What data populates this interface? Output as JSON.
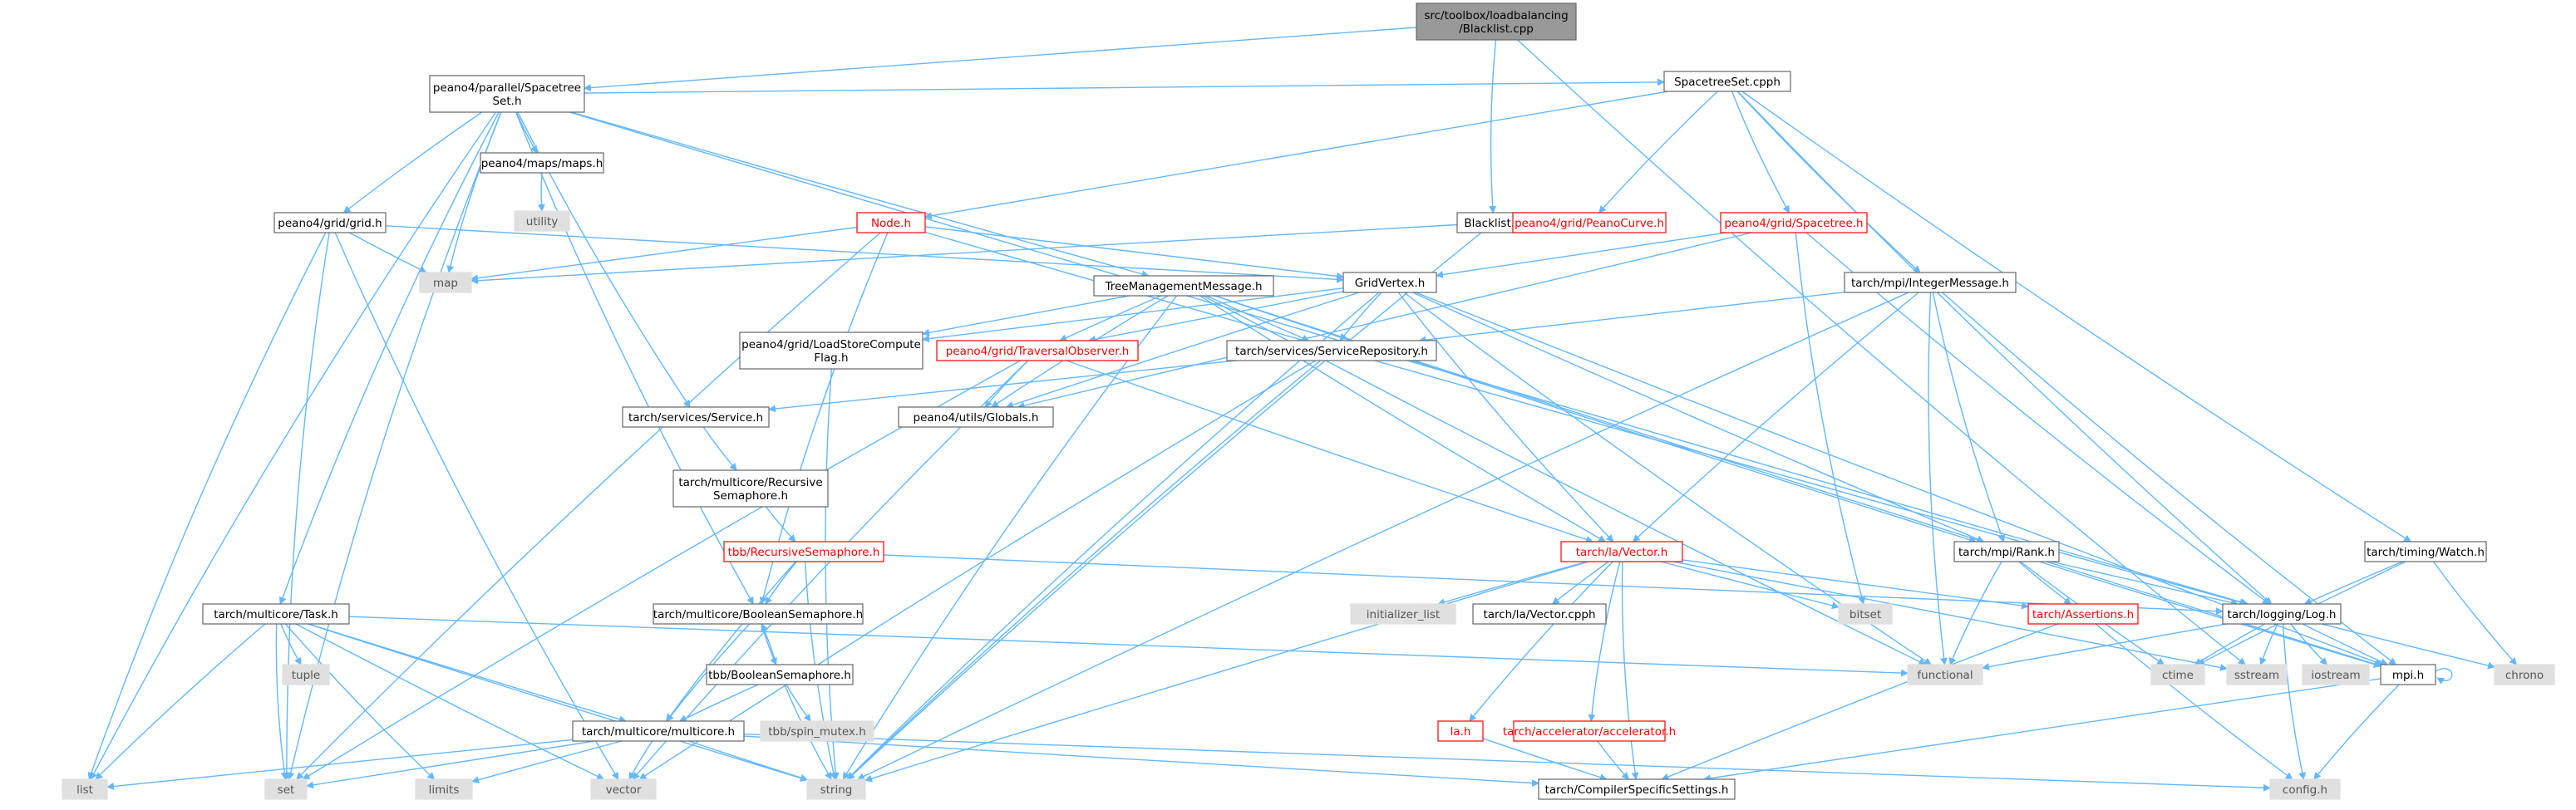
{
  "graph": {
    "title": "",
    "colors": {
      "edge": "#63b8ff",
      "border_default": "#666666",
      "border_red": "#ff0000",
      "text_default": "#000000",
      "text_red": "#ff0000",
      "fill_root": "#999999",
      "fill_system": "#e0e0e0",
      "fill_default": "#ffffff"
    },
    "nodes": [
      {
        "id": "root",
        "lines": [
          "src/toolbox/loadbalancing",
          "/Blacklist.cpp"
        ],
        "style": "root"
      },
      {
        "id": "spacetreeSetH",
        "lines": [
          "peano4/parallel/Spacetree",
          "Set.h"
        ],
        "style": "default"
      },
      {
        "id": "spacetreeSetCpph",
        "lines": [
          "SpacetreeSet.cpph"
        ],
        "style": "default"
      },
      {
        "id": "blacklistH",
        "lines": [
          "Blacklist.h"
        ],
        "style": "default"
      },
      {
        "id": "mapsH",
        "lines": [
          "peano4/maps/maps.h"
        ],
        "style": "default"
      },
      {
        "id": "utility",
        "lines": [
          "utility"
        ],
        "style": "system"
      },
      {
        "id": "gridH",
        "lines": [
          "peano4/grid/grid.h"
        ],
        "style": "default"
      },
      {
        "id": "nodeH",
        "lines": [
          "Node.h"
        ],
        "style": "red"
      },
      {
        "id": "peanoCurve",
        "lines": [
          "peano4/grid/PeanoCurve.h"
        ],
        "style": "red"
      },
      {
        "id": "spacetreeH",
        "lines": [
          "peano4/grid/Spacetree.h"
        ],
        "style": "red"
      },
      {
        "id": "map",
        "lines": [
          "map"
        ],
        "style": "system"
      },
      {
        "id": "gridVertex",
        "lines": [
          "GridVertex.h"
        ],
        "style": "default"
      },
      {
        "id": "treeMgmt",
        "lines": [
          "TreeManagementMessage.h"
        ],
        "style": "default"
      },
      {
        "id": "integerMsg",
        "lines": [
          "tarch/mpi/IntegerMessage.h"
        ],
        "style": "default"
      },
      {
        "id": "loadStore",
        "lines": [
          "peano4/grid/LoadStoreCompute",
          "Flag.h"
        ],
        "style": "default"
      },
      {
        "id": "traversalObs",
        "lines": [
          "peano4/grid/TraversalObserver.h"
        ],
        "style": "red"
      },
      {
        "id": "serviceRepo",
        "lines": [
          "tarch/services/ServiceRepository.h"
        ],
        "style": "default"
      },
      {
        "id": "serviceH",
        "lines": [
          "tarch/services/Service.h"
        ],
        "style": "default"
      },
      {
        "id": "globalsH",
        "lines": [
          "peano4/utils/Globals.h"
        ],
        "style": "default"
      },
      {
        "id": "recSemH",
        "lines": [
          "tarch/multicore/Recursive",
          "Semaphore.h"
        ],
        "style": "default"
      },
      {
        "id": "tbbRecSem",
        "lines": [
          "tbb/RecursiveSemaphore.h"
        ],
        "style": "red"
      },
      {
        "id": "vectorH",
        "lines": [
          "tarch/la/Vector.h"
        ],
        "style": "red"
      },
      {
        "id": "rankH",
        "lines": [
          "tarch/mpi/Rank.h"
        ],
        "style": "default"
      },
      {
        "id": "watchH",
        "lines": [
          "tarch/timing/Watch.h"
        ],
        "style": "default"
      },
      {
        "id": "taskH",
        "lines": [
          "tarch/multicore/Task.h"
        ],
        "style": "default"
      },
      {
        "id": "tuple",
        "lines": [
          "tuple"
        ],
        "style": "system"
      },
      {
        "id": "boolSemH",
        "lines": [
          "tarch/multicore/BooleanSemaphore.h"
        ],
        "style": "default"
      },
      {
        "id": "initList",
        "lines": [
          "initializer_list"
        ],
        "style": "system"
      },
      {
        "id": "vectorCpph",
        "lines": [
          "tarch/la/Vector.cpph"
        ],
        "style": "default"
      },
      {
        "id": "bitset",
        "lines": [
          "bitset"
        ],
        "style": "system"
      },
      {
        "id": "assertionsH",
        "lines": [
          "tarch/Assertions.h"
        ],
        "style": "red"
      },
      {
        "id": "logH",
        "lines": [
          "tarch/logging/Log.h"
        ],
        "style": "default"
      },
      {
        "id": "tbbBoolSem",
        "lines": [
          "tbb/BooleanSemaphore.h"
        ],
        "style": "default"
      },
      {
        "id": "functional",
        "lines": [
          "functional"
        ],
        "style": "system"
      },
      {
        "id": "ctime",
        "lines": [
          "ctime"
        ],
        "style": "system"
      },
      {
        "id": "sstream",
        "lines": [
          "sstream"
        ],
        "style": "system"
      },
      {
        "id": "iostream",
        "lines": [
          "iostream"
        ],
        "style": "system"
      },
      {
        "id": "mpiH",
        "lines": [
          "mpi.h"
        ],
        "style": "default"
      },
      {
        "id": "chrono",
        "lines": [
          "chrono"
        ],
        "style": "system"
      },
      {
        "id": "tbbSpin",
        "lines": [
          "tbb/spin_mutex.h"
        ],
        "style": "system"
      },
      {
        "id": "multicoreH",
        "lines": [
          "tarch/multicore/multicore.h"
        ],
        "style": "default"
      },
      {
        "id": "laH",
        "lines": [
          "la.h"
        ],
        "style": "red"
      },
      {
        "id": "accelH",
        "lines": [
          "tarch/accelerator/accelerator.h"
        ],
        "style": "red"
      },
      {
        "id": "list",
        "lines": [
          "list"
        ],
        "style": "system"
      },
      {
        "id": "set",
        "lines": [
          "set"
        ],
        "style": "system"
      },
      {
        "id": "limits",
        "lines": [
          "limits"
        ],
        "style": "system"
      },
      {
        "id": "vector",
        "lines": [
          "vector"
        ],
        "style": "system"
      },
      {
        "id": "string",
        "lines": [
          "string"
        ],
        "style": "system"
      },
      {
        "id": "compilerH",
        "lines": [
          "tarch/CompilerSpecificSettings.h"
        ],
        "style": "default"
      },
      {
        "id": "configH",
        "lines": [
          "config.h"
        ],
        "style": "system"
      }
    ],
    "edges": [
      [
        "root",
        "spacetreeSetH"
      ],
      [
        "root",
        "blacklistH"
      ],
      [
        "root",
        "sstream"
      ],
      [
        "spacetreeSetH",
        "list"
      ],
      [
        "spacetreeSetH",
        "set"
      ],
      [
        "spacetreeSetH",
        "map"
      ],
      [
        "spacetreeSetH",
        "mapsH"
      ],
      [
        "spacetreeSetH",
        "gridH"
      ],
      [
        "spacetreeSetH",
        "taskH"
      ],
      [
        "spacetreeSetH",
        "boolSemH"
      ],
      [
        "spacetreeSetH",
        "serviceH"
      ],
      [
        "spacetreeSetH",
        "treeMgmt"
      ],
      [
        "spacetreeSetH",
        "spacetreeSetCpph"
      ],
      [
        "spacetreeSetH",
        "logH"
      ],
      [
        "mapsH",
        "utility"
      ],
      [
        "gridH",
        "map"
      ],
      [
        "gridH",
        "list"
      ],
      [
        "gridH",
        "set"
      ],
      [
        "gridH",
        "vector"
      ],
      [
        "gridH",
        "gridVertex"
      ],
      [
        "spacetreeSetCpph",
        "nodeH"
      ],
      [
        "spacetreeSetCpph",
        "peanoCurve"
      ],
      [
        "spacetreeSetCpph",
        "spacetreeH"
      ],
      [
        "spacetreeSetCpph",
        "integerMsg"
      ],
      [
        "spacetreeSetCpph",
        "watchH"
      ],
      [
        "spacetreeSetCpph",
        "logH"
      ],
      [
        "nodeH",
        "map"
      ],
      [
        "nodeH",
        "set"
      ],
      [
        "nodeH",
        "gridVertex"
      ],
      [
        "nodeH",
        "boolSemH"
      ],
      [
        "nodeH",
        "logH"
      ],
      [
        "blacklistH",
        "map"
      ],
      [
        "blacklistH",
        "string"
      ],
      [
        "spacetreeH",
        "gridVertex"
      ],
      [
        "spacetreeH",
        "bitset"
      ],
      [
        "spacetreeH",
        "logH"
      ],
      [
        "spacetreeH",
        "globalsH"
      ],
      [
        "gridVertex",
        "loadStore"
      ],
      [
        "gridVertex",
        "traversalObs"
      ],
      [
        "gridVertex",
        "serviceRepo"
      ],
      [
        "gridVertex",
        "vectorH"
      ],
      [
        "gridVertex",
        "rankH"
      ],
      [
        "gridVertex",
        "mpiH"
      ],
      [
        "gridVertex",
        "string"
      ],
      [
        "gridVertex",
        "functional"
      ],
      [
        "gridVertex",
        "globalsH"
      ],
      [
        "treeMgmt",
        "loadStore"
      ],
      [
        "treeMgmt",
        "traversalObs"
      ],
      [
        "treeMgmt",
        "serviceRepo"
      ],
      [
        "treeMgmt",
        "vectorH"
      ],
      [
        "treeMgmt",
        "rankH"
      ],
      [
        "treeMgmt",
        "mpiH"
      ],
      [
        "treeMgmt",
        "string"
      ],
      [
        "treeMgmt",
        "functional"
      ],
      [
        "treeMgmt",
        "globalsH"
      ],
      [
        "integerMsg",
        "serviceRepo"
      ],
      [
        "integerMsg",
        "vectorH"
      ],
      [
        "integerMsg",
        "rankH"
      ],
      [
        "integerMsg",
        "mpiH"
      ],
      [
        "integerMsg",
        "string"
      ],
      [
        "integerMsg",
        "functional"
      ],
      [
        "loadStore",
        "string"
      ],
      [
        "traversalObs",
        "globalsH"
      ],
      [
        "traversalObs",
        "vectorH"
      ],
      [
        "traversalObs",
        "set"
      ],
      [
        "traversalObs",
        "vector"
      ],
      [
        "serviceRepo",
        "serviceH"
      ],
      [
        "serviceRepo",
        "string"
      ],
      [
        "serviceRepo",
        "vector"
      ],
      [
        "serviceH",
        "recSemH"
      ],
      [
        "recSemH",
        "tbbRecSem"
      ],
      [
        "tbbRecSem",
        "boolSemH"
      ],
      [
        "tbbRecSem",
        "multicoreH"
      ],
      [
        "tbbRecSem",
        "string"
      ],
      [
        "tbbRecSem",
        "logH"
      ],
      [
        "vectorH",
        "initList"
      ],
      [
        "vectorH",
        "vectorCpph"
      ],
      [
        "vectorH",
        "bitset"
      ],
      [
        "vectorH",
        "assertionsH"
      ],
      [
        "vectorH",
        "sstream"
      ],
      [
        "vectorH",
        "laH"
      ],
      [
        "vectorH",
        "accelH"
      ],
      [
        "vectorH",
        "compilerH"
      ],
      [
        "vectorH",
        "string"
      ],
      [
        "rankH",
        "assertionsH"
      ],
      [
        "rankH",
        "logH"
      ],
      [
        "rankH",
        "functional"
      ],
      [
        "rankH",
        "ctime"
      ],
      [
        "rankH",
        "mpiH"
      ],
      [
        "watchH",
        "logH"
      ],
      [
        "watchH",
        "ctime"
      ],
      [
        "watchH",
        "chrono"
      ],
      [
        "taskH",
        "tuple"
      ],
      [
        "taskH",
        "list"
      ],
      [
        "taskH",
        "set"
      ],
      [
        "taskH",
        "limits"
      ],
      [
        "taskH",
        "vector"
      ],
      [
        "taskH",
        "string"
      ],
      [
        "taskH",
        "functional"
      ],
      [
        "taskH",
        "multicoreH"
      ],
      [
        "boolSemH",
        "tbbBoolSem"
      ],
      [
        "boolSemH",
        "multicoreH"
      ],
      [
        "tbbBoolSem",
        "boolSemH"
      ],
      [
        "tbbBoolSem",
        "tbbSpin"
      ],
      [
        "tbbBoolSem",
        "multicoreH"
      ],
      [
        "tbbBoolSem",
        "string"
      ],
      [
        "assertionsH",
        "compilerH"
      ],
      [
        "assertionsH",
        "configH"
      ],
      [
        "logH",
        "functional"
      ],
      [
        "logH",
        "ctime"
      ],
      [
        "logH",
        "sstream"
      ],
      [
        "logH",
        "iostream"
      ],
      [
        "logH",
        "chrono"
      ],
      [
        "logH",
        "mpiH"
      ],
      [
        "logH",
        "configH"
      ],
      [
        "mpiH",
        "mpiH"
      ],
      [
        "mpiH",
        "configH"
      ],
      [
        "mpiH",
        "compilerH"
      ],
      [
        "multicoreH",
        "list"
      ],
      [
        "multicoreH",
        "set"
      ],
      [
        "multicoreH",
        "limits"
      ],
      [
        "multicoreH",
        "vector"
      ],
      [
        "multicoreH",
        "string"
      ],
      [
        "multicoreH",
        "compilerH"
      ],
      [
        "multicoreH",
        "configH"
      ],
      [
        "laH",
        "compilerH"
      ],
      [
        "accelH",
        "compilerH"
      ]
    ]
  }
}
